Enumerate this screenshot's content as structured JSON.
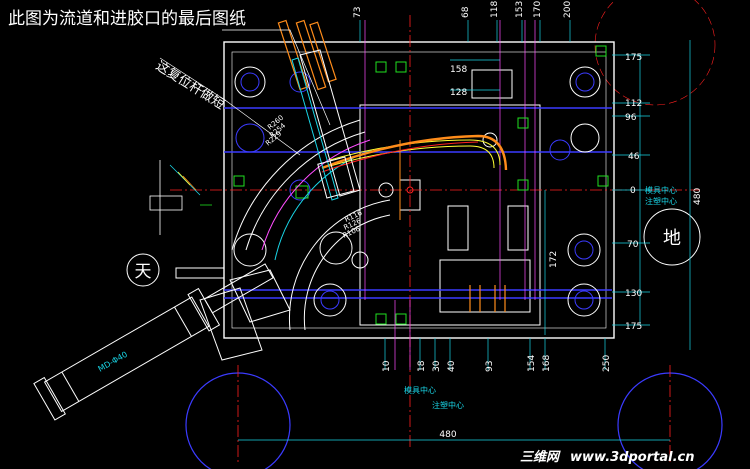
{
  "title_note": "此图为流道和进胶口的最后图纸",
  "side_note": "这复位杆做短",
  "symbols": {
    "sky": "天",
    "ground": "地"
  },
  "dims_top": [
    "73",
    "68",
    "118",
    "153",
    "170",
    "200"
  ],
  "dims_right": [
    "175",
    "112",
    "96",
    "46",
    "0",
    "70",
    "130",
    "175"
  ],
  "dims_bottom": [
    "10",
    "18",
    "30",
    "40",
    "93",
    "154",
    "168",
    "250"
  ],
  "dims_other": {
    "width_480": "480",
    "height_480": "480",
    "d172": "172",
    "d158": "158",
    "d128": "128"
  },
  "labels": {
    "mold_center_right": "模具中心",
    "inject_center_right": "注塑中心",
    "mold_center_bottom": "模具中心",
    "inject_center_bottom": "注塑中心",
    "cylinder": "MD-Φ40"
  },
  "radius_labels": [
    "R260",
    "R254",
    "R229",
    "R116",
    "R126",
    "R106"
  ],
  "watermark": {
    "brand": "三维网",
    "url": "www.3dportal.cn"
  },
  "colors": {
    "background": "#000000",
    "outline": "#ffffff",
    "blue": "#3b3bff",
    "red": "#ff2020",
    "cyan": "#19d5e6",
    "magenta": "#ff4dff",
    "green": "#20e020",
    "yellow": "#ffff33",
    "orange": "#ff8c1a"
  }
}
